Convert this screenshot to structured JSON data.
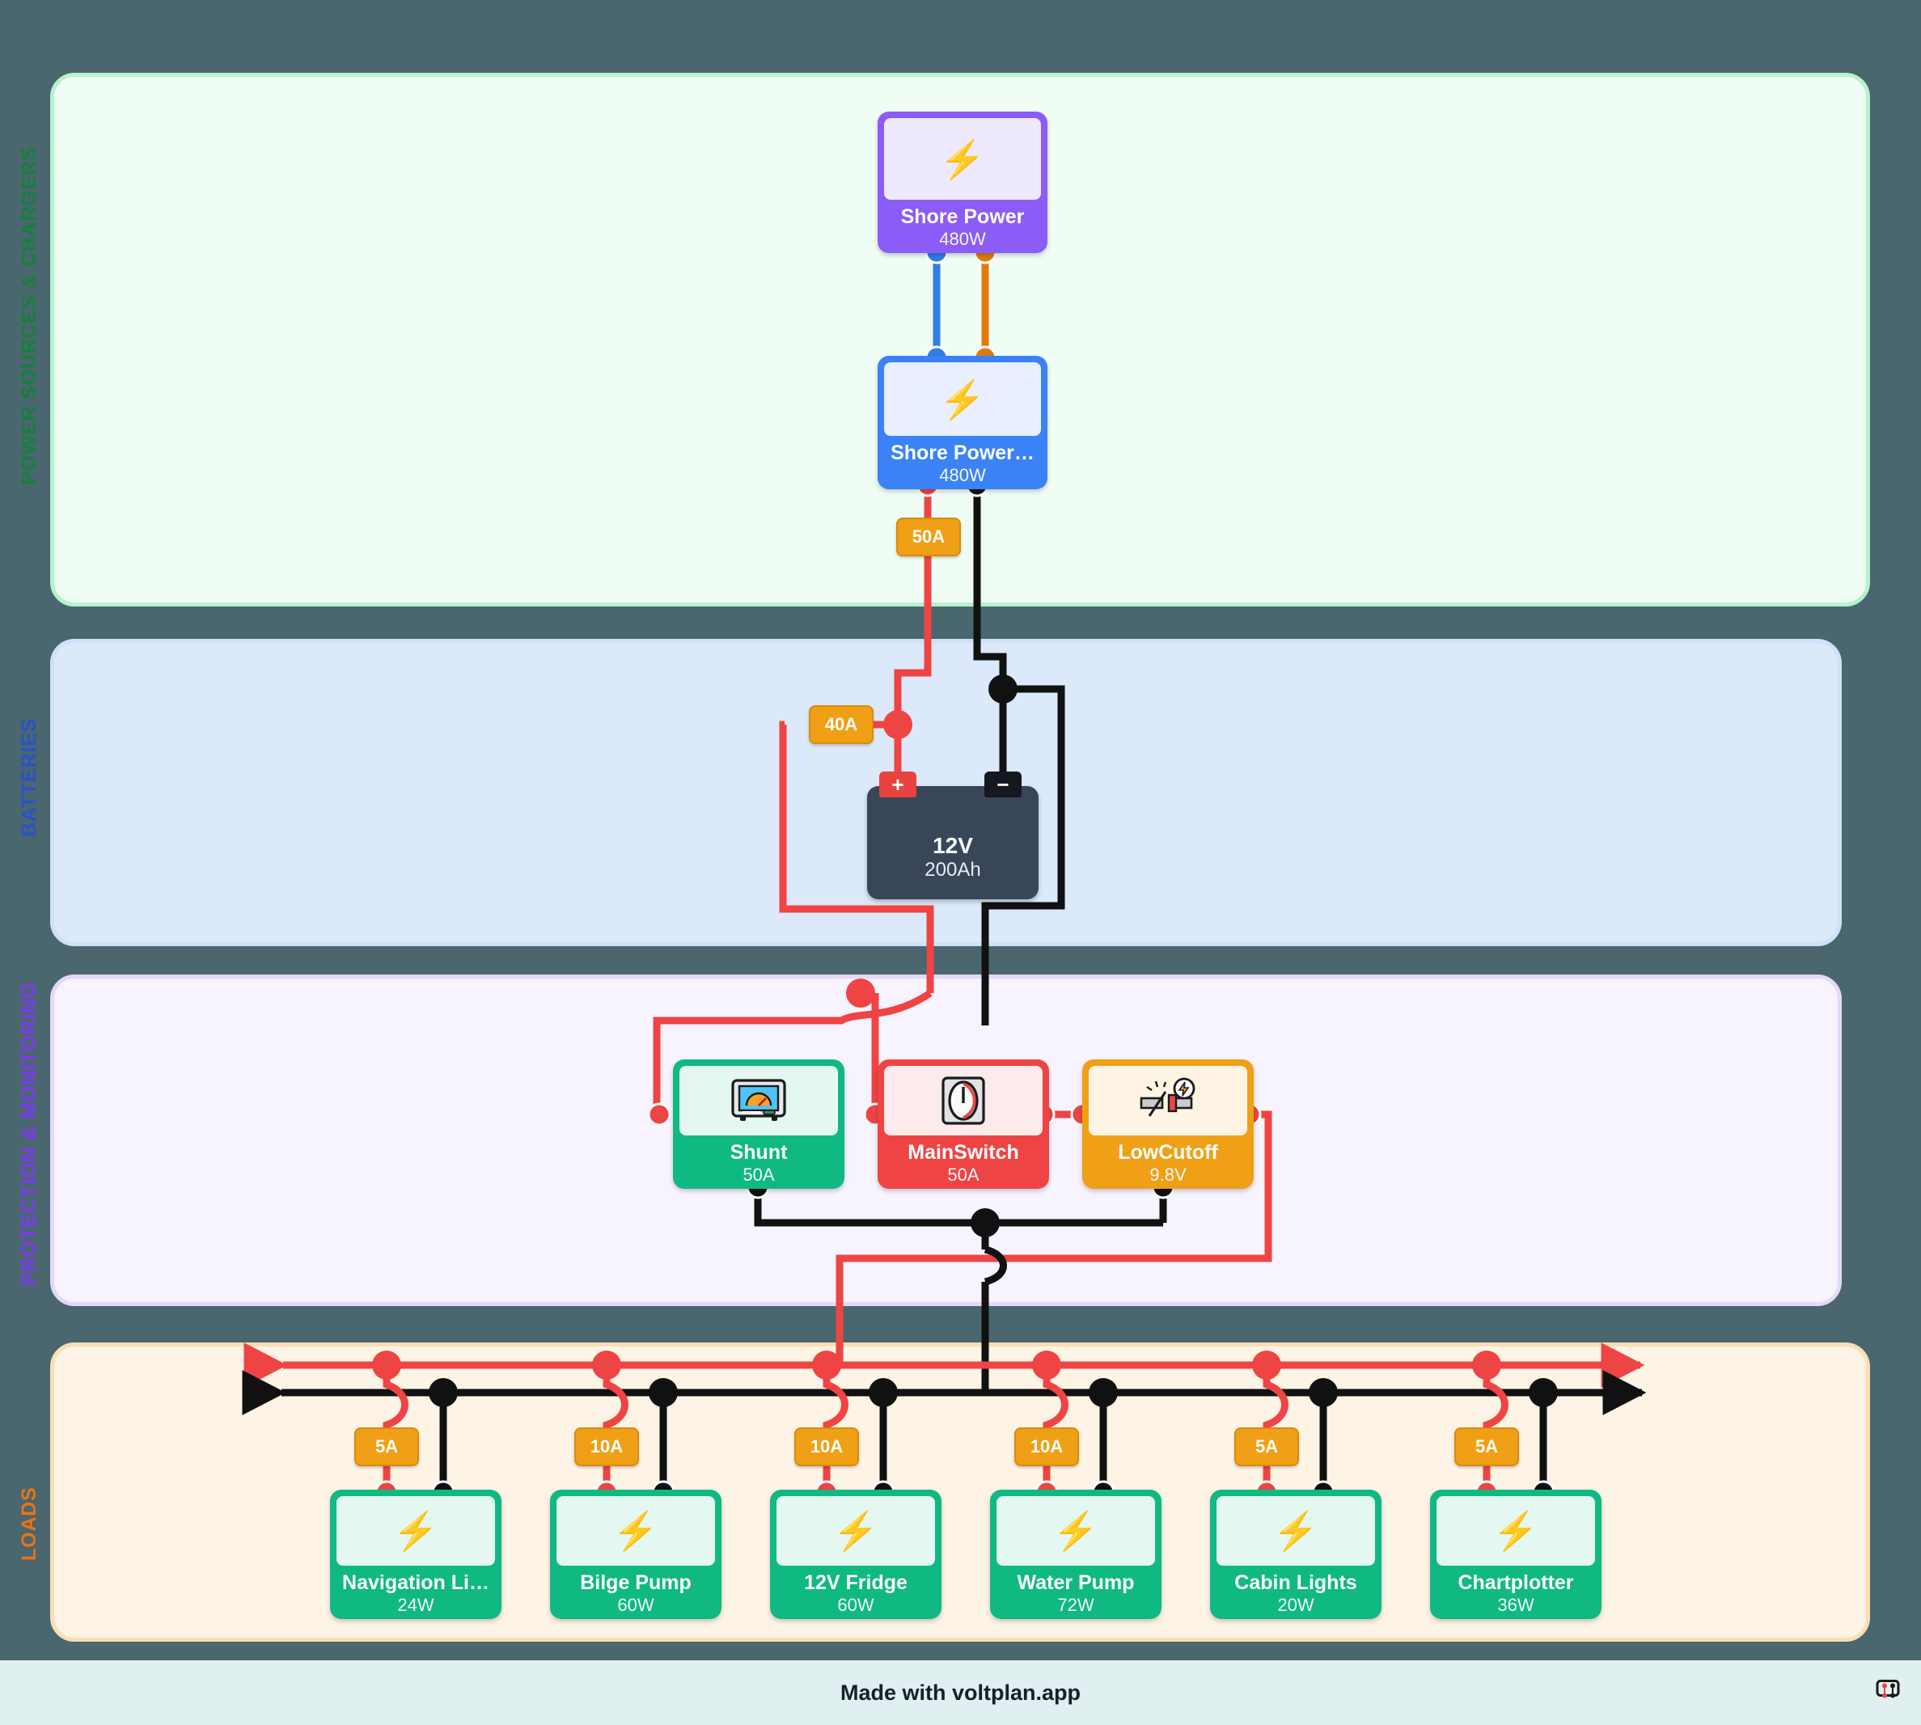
{
  "background_color": "#4a666f",
  "sections": [
    {
      "id": "sources",
      "label": "POWER SOURCES & CHARGERS",
      "label_color": "#15803d",
      "bg": "#f0fdf4",
      "border": "#b6f2cd"
    },
    {
      "id": "batteries",
      "label": "BATTERIES",
      "label_color": "#2952c8",
      "bg": "#dbe9fb",
      "border": "#cfe1fa"
    },
    {
      "id": "protect",
      "label": "PROTECTION & MONITORING",
      "label_color": "#7c3aed",
      "bg": "#f7f3ff",
      "border": "#e4d9fb"
    },
    {
      "id": "loads",
      "label": "LOADS",
      "label_color": "#ea7317",
      "bg": "#fdf4e6",
      "border": "#fadfb3"
    }
  ],
  "sources": {
    "shore_power": {
      "title": "Shore Power",
      "sub": "480W",
      "icon": "lightning-bolt-icon",
      "color": "#8b5cf6"
    },
    "shore_power_charger": {
      "title": "Shore Power…",
      "sub": "480W",
      "icon": "lightning-bolt-icon",
      "color": "#3b82f6"
    }
  },
  "battery": {
    "voltage": "12V",
    "capacity": "200Ah",
    "positive_terminal": "+",
    "negative_terminal": "−"
  },
  "protection": [
    {
      "title": "Shunt",
      "sub": "50A",
      "icon": "gauge-meter-icon",
      "color": "#10b981"
    },
    {
      "title": "MainSwitch",
      "sub": "50A",
      "icon": "power-switch-icon",
      "color": "#ef4444"
    },
    {
      "title": "LowCutoff",
      "sub": "9.8V",
      "icon": "blown-fuse-icon",
      "color": "#f0a016"
    }
  ],
  "loads": [
    {
      "title": "Navigation Li…",
      "sub": "24W",
      "fuse": "5A",
      "icon": "lightning-bolt-icon"
    },
    {
      "title": "Bilge Pump",
      "sub": "60W",
      "fuse": "10A",
      "icon": "lightning-bolt-icon"
    },
    {
      "title": "12V Fridge",
      "sub": "60W",
      "fuse": "10A",
      "icon": "lightning-bolt-icon"
    },
    {
      "title": "Water Pump",
      "sub": "72W",
      "fuse": "10A",
      "icon": "lightning-bolt-icon"
    },
    {
      "title": "Cabin Lights",
      "sub": "20W",
      "fuse": "5A",
      "icon": "lightning-bolt-icon"
    },
    {
      "title": "Chartplotter",
      "sub": "36W",
      "fuse": "5A",
      "icon": "lightning-bolt-icon"
    }
  ],
  "inline_fuses": {
    "main_50a": "50A",
    "shunt_40a": "40A"
  },
  "wire_colors": {
    "positive": "#ef4444",
    "negative": "#111111",
    "ac_line": "#2f7fe4",
    "ac_neutral": "#e07b10"
  },
  "footer": {
    "text": "Made with voltplan.app",
    "icon": "circuit-diagram-icon"
  }
}
